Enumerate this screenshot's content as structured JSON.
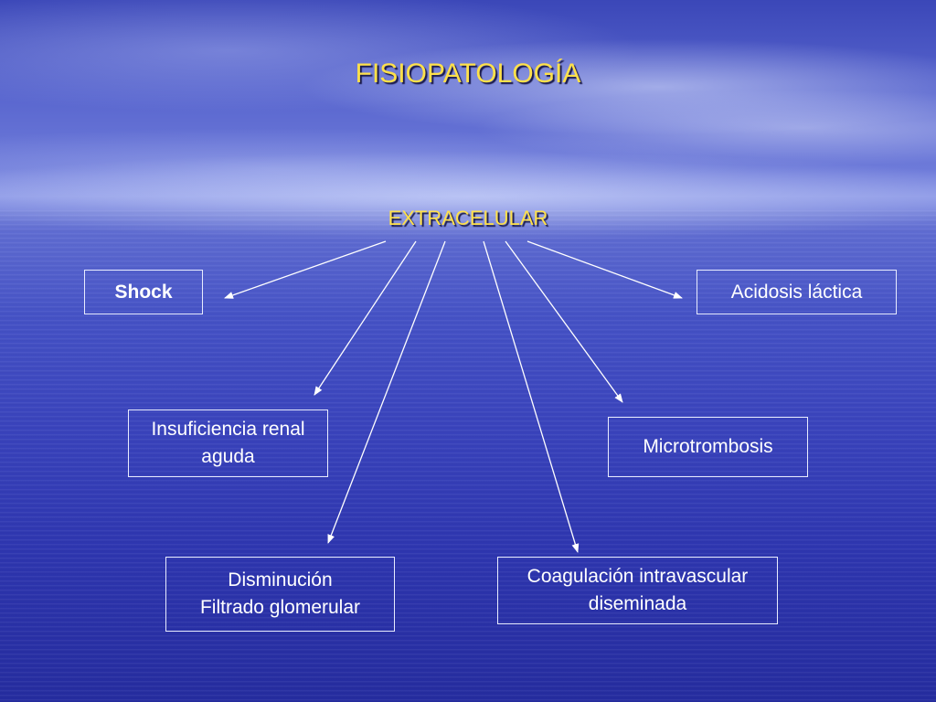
{
  "title": "FISIOPATOLOGÍA",
  "subtitle": "EXTRACELULAR",
  "nodes": {
    "shock": "Shock",
    "acidosis": "Acidosis láctica",
    "insuficiencia": "Insuficiencia renal\naguda",
    "microtrombosis": "Microtrombosis",
    "disminucion": "Disminución\nFiltrado glomerular",
    "coagulacion": "Coagulación intravascular\ndiseminada"
  },
  "colors": {
    "title": "#ffe14a",
    "box_border": "#e8ecff",
    "box_text": "#ffffff",
    "arrow": "#ffffff"
  }
}
